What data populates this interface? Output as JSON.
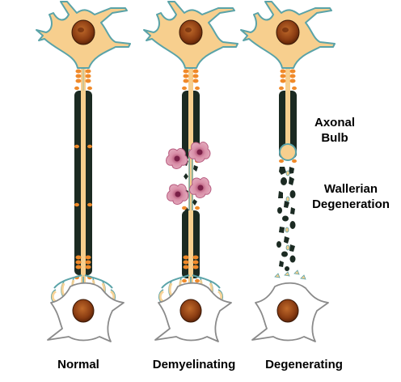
{
  "labels": {
    "normal": "Normal",
    "demyelinating": "Demyelinating",
    "degenerating": "Degenerating",
    "axonal_bulb_line1": "Axonal",
    "axonal_bulb_line2": "Bulb",
    "wallerian_line1": "Wallerian",
    "wallerian_line2": "Degeneration"
  },
  "colors": {
    "soma_fill": "#f7cf8e",
    "soma_outline": "#5aa3a8",
    "nucleus": "#9a4a18",
    "myelin": "#1b2a22",
    "node": "#f08a2a",
    "target_cell": "#ffffff",
    "inflammatory_cell": "#d98fa8"
  }
}
